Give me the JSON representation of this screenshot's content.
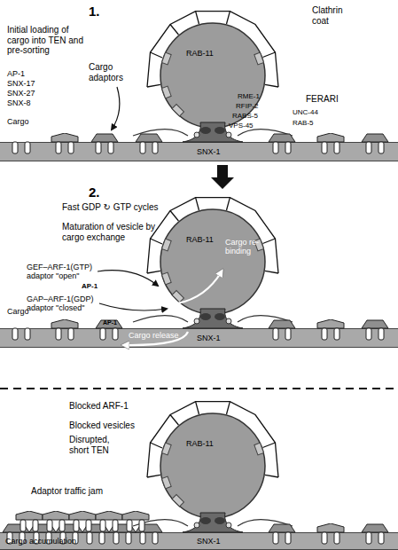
{
  "diagram": {
    "nodes": [
      {
        "text": [
          "RAB-11"
        ]
      },
      {
        "text": [
          "SNX-1"
        ]
      },
      {
        "text": [
          "RAB-11"
        ]
      },
      {
        "text": [
          "SNX-1"
        ]
      },
      {
        "text": [
          "RAB-11"
        ]
      },
      {
        "text": [
          "SNX-1"
        ]
      }
    ],
    "labels": [
      "1.",
      "Initial loading of cargo into TEN and pre-sorting",
      "Cargo adaptors",
      "AP-1",
      "SNX-17",
      "SNX-27",
      "SNX-8",
      "Cargo",
      "Clathrin coat",
      "FERARI",
      "RME-1",
      "RFIP-2",
      "UNC-44",
      "RABS-5",
      "RAB-5",
      "VPS-45",
      "2.",
      "Fast GDP ↻ GTP cycles",
      "Maturation of vesicle by cargo exchange",
      "GEF–ARF-1(GTP) adaptor \"open\"",
      "AP-1",
      "GAP–ARF-1(GDP) adaptor \"closed\"",
      "AP-1",
      "Cargo",
      "Cargo release",
      "Cargo re-binding",
      "Blocked ARF-1",
      "Blocked vesicles",
      "Disrupted, short TEN",
      "Adaptor traffic jam",
      "Cargo accumulation"
    ]
  }
}
